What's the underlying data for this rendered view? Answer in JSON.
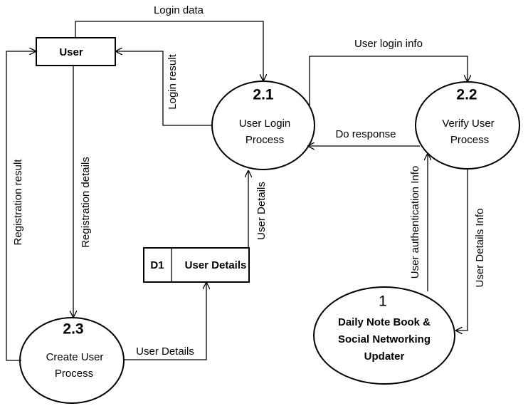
{
  "entity": {
    "name": "User"
  },
  "processes": {
    "p21": {
      "number": "2.1",
      "line1": "User Login",
      "line2": "Process"
    },
    "p22": {
      "number": "2.2",
      "line1": "Verify User",
      "line2": "Process"
    },
    "p23": {
      "number": "2.3",
      "line1": "Create User",
      "line2": "Process"
    },
    "p1": {
      "number": "1",
      "line1": "Daily Note Book &",
      "line2": "Social Networking",
      "line3": "Updater"
    }
  },
  "datastore": {
    "id": "D1",
    "name": "User Details"
  },
  "flows": {
    "login_data": "Login data",
    "login_result": "Login result",
    "user_login_info": "User login info",
    "do_response": "Do response",
    "registration_result": "Registration result",
    "registration_details": "Registration details",
    "user_details_store_to_login": "User Details",
    "user_auth_info": "User authentication Info",
    "user_details_info": "User Details Info",
    "user_details_create_to_store": "User Details"
  }
}
